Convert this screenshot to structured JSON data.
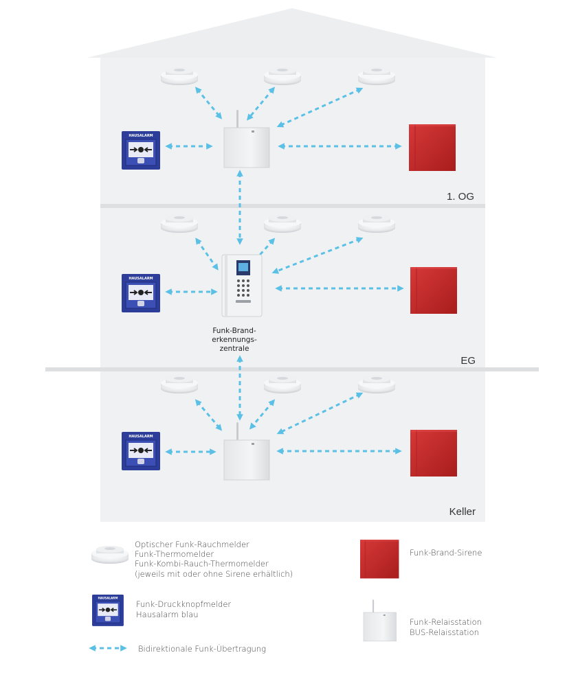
{
  "floors": [
    {
      "id": "og",
      "label": "1. OG"
    },
    {
      "id": "eg",
      "label": "EG"
    },
    {
      "id": "keller",
      "label": "Keller"
    }
  ],
  "central_unit": {
    "label_lines": [
      "Funk-Brand-",
      "erkennungs-",
      "zentrale"
    ]
  },
  "device_text": {
    "manual_call_point": "HAUSALARM"
  },
  "legend": {
    "smoke_detector_lines": [
      "Optischer Funk-Rauchmelder",
      "Funk-Thermomelder",
      "Funk-Kombi-Rauch-Thermomelder",
      "(jeweils mit oder ohne Sirene erhältlich)"
    ],
    "manual_call_point_lines": [
      "Funk-Druckknopfmelder",
      "Hausalarm blau"
    ],
    "transmission": "Bidirektionale Funk-Übertragung",
    "siren": "Funk-Brand-Sirene",
    "relay_lines": [
      "Funk-Relaisstation",
      "BUS-Relaisstation"
    ]
  },
  "colors": {
    "house_fill": "#f0f1f2",
    "roof_fill": "#eceeef",
    "floor_divider": "#dddfe1",
    "arrow": "#5bc0e6",
    "siren_red": "#c42a2a",
    "call_point_blue": "#2d3e9a"
  }
}
